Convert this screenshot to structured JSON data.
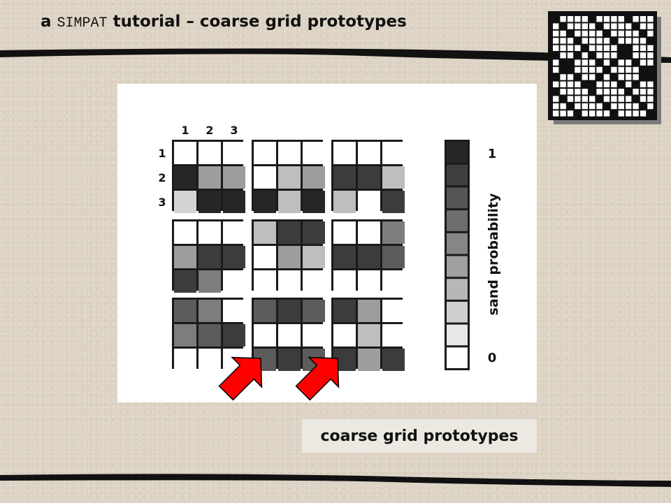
{
  "slide": {
    "title_prefix": "a",
    "title_mono": "SIMPAT",
    "title_suffix": "tutorial – coarse grid prototypes",
    "caption": "coarse grid prototypes"
  },
  "figure": {
    "col_labels": [
      "1",
      "2",
      "3"
    ],
    "row_labels": [
      "1",
      "2",
      "3"
    ],
    "scale_axis_label": "sand probability",
    "scale_top_label": "1",
    "scale_bottom_label": "0",
    "scale_steps": 10,
    "prototype_cell_probabilities": [
      [
        [
          0.0,
          0.0,
          0.0
        ],
        [
          1.0,
          0.45,
          0.45
        ],
        [
          0.2,
          1.0,
          1.0
        ]
      ],
      [
        [
          0.0,
          0.0,
          0.0
        ],
        [
          0.0,
          0.3,
          0.45
        ],
        [
          1.0,
          0.3,
          1.0
        ]
      ],
      [
        [
          0.0,
          0.0,
          0.0
        ],
        [
          0.9,
          0.9,
          0.3
        ],
        [
          0.3,
          0.0,
          0.9
        ]
      ],
      [
        [
          0.0,
          0.0,
          0.0
        ],
        [
          0.45,
          0.9,
          0.9
        ],
        [
          0.9,
          0.6,
          0.0
        ]
      ],
      [
        [
          0.3,
          0.9,
          0.9
        ],
        [
          0.0,
          0.45,
          0.3
        ],
        [
          0.0,
          0.0,
          0.0
        ]
      ],
      [
        [
          0.0,
          0.0,
          0.6
        ],
        [
          0.9,
          0.9,
          0.75
        ],
        [
          0.0,
          0.0,
          0.0
        ]
      ],
      [
        [
          0.75,
          0.6,
          0.0
        ],
        [
          0.6,
          0.75,
          0.9
        ],
        [
          0.0,
          0.0,
          0.0
        ]
      ],
      [
        [
          0.75,
          0.9,
          0.75
        ],
        [
          0.0,
          0.0,
          0.0
        ],
        [
          0.75,
          0.9,
          0.75
        ]
      ],
      [
        [
          0.9,
          0.45,
          0.0
        ],
        [
          0.0,
          0.3,
          0.0
        ],
        [
          0.9,
          0.45,
          0.9
        ]
      ]
    ],
    "highlight_arrows": 2
  },
  "colors": {
    "accent_arrow": "#ff0000",
    "grid_border": "#1a1a1a",
    "line": "#111111"
  }
}
